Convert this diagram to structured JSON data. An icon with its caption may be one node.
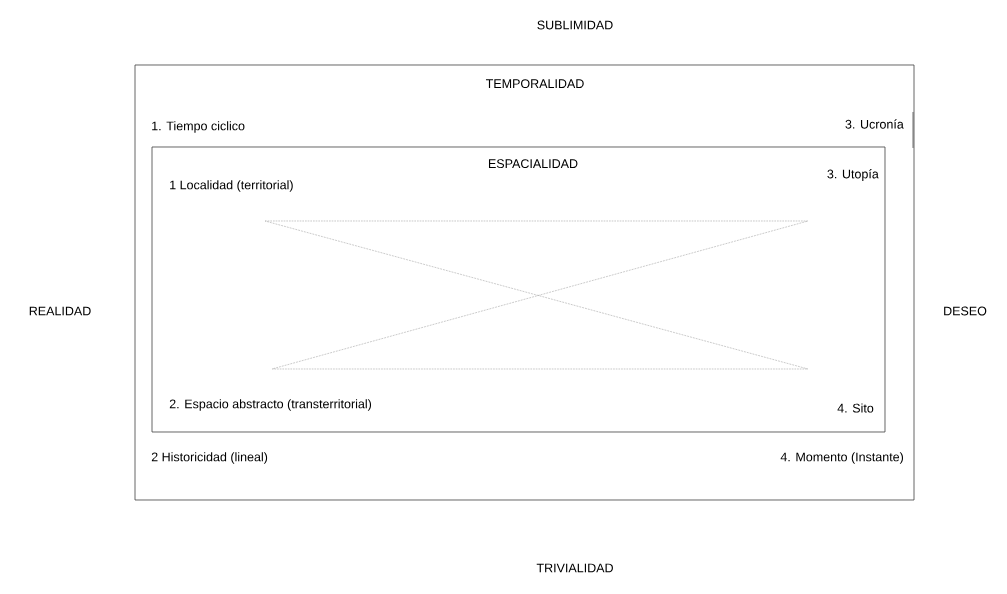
{
  "diagram": {
    "nodes": [
      {
        "text": [
          "TEMPORALIDAD",
          "1. Tiempo ciclico",
          "3. Ucronía",
          "2 Historicidad (lineal)",
          "4. Momento (Instante)"
        ]
      },
      {
        "text": [
          "ESPACIALIDAD",
          "1 Localidad (territorial)",
          "3. Utopía",
          "2. Espacio abstracto (transterritorial)",
          "4. Sito"
        ],
        "in": 0
      }
    ],
    "labels": [
      "SUBLIMIDAD",
      "REALIDAD",
      "DESEO",
      "TRIVIALIDAD"
    ]
  }
}
